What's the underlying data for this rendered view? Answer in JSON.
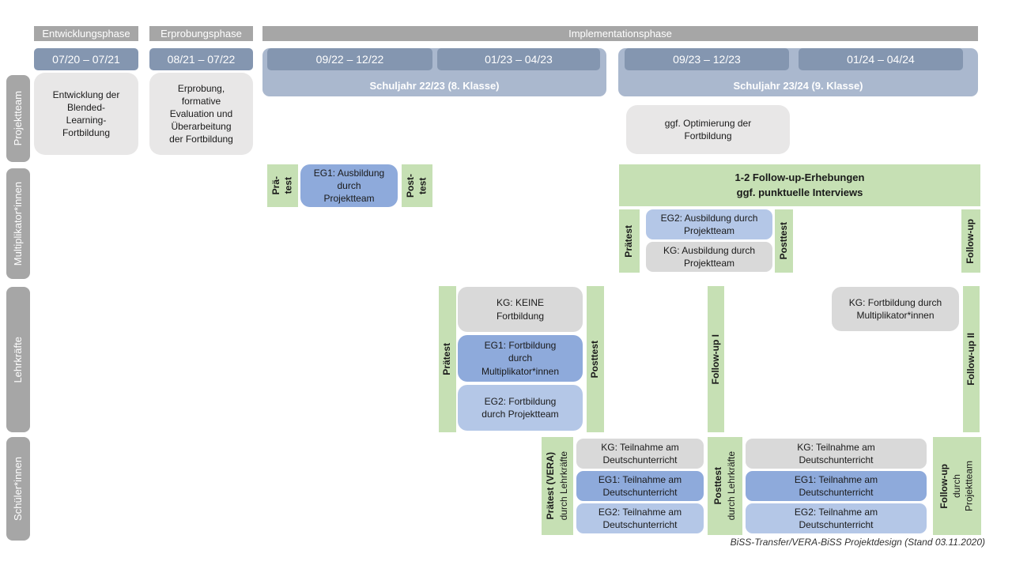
{
  "phases": [
    {
      "label": "Entwicklungsphase"
    },
    {
      "label": "Erprobungsphase"
    },
    {
      "label": "Implementationsphase"
    }
  ],
  "dates": [
    "07/20 – 07/21",
    "08/21 – 07/22",
    "09/22 – 12/22",
    "01/23 – 04/23",
    "09/23 – 12/23",
    "01/24 – 04/24"
  ],
  "school_years": [
    "Schuljahr 22/23 (8. Klasse)",
    "Schuljahr 23/24 (9. Klasse)"
  ],
  "row_labels": [
    "Projektteam",
    "Multiplikator*innen",
    "Lehrkräfte",
    "Schüler*innen"
  ],
  "projektteam": {
    "entwicklung": "Entwicklung der\nBlended-\nLearning-\nFortbildung",
    "erprobung": "Erprobung,\nformative\nEvaluation und\nÜberarbeitung\nder Fortbildung",
    "optimierung": "ggf. Optimierung der\nFortbildung"
  },
  "multiplikatoren": {
    "praetest_short": "Prä-\ntest",
    "eg1_ausbildung": "EG1: Ausbildung\ndurch\nProjektteam",
    "posttest_short": "Post-\ntest",
    "followup_erhebungen": "1-2 Follow-up-Erhebungen\nggf. punktuelle Interviews",
    "praetest": "Prätest",
    "eg2_ausbildung": "EG2: Ausbildung durch\nProjektteam",
    "kg_ausbildung": "KG: Ausbildung durch\nProjektteam",
    "posttest": "Posttest",
    "followup": "Follow-up"
  },
  "lehrkraefte": {
    "praetest": "Prätest",
    "kg_keine": "KG: KEINE\nFortbildung",
    "eg1_fortbildung": "EG1: Fortbildung\ndurch\nMultiplikator*innen",
    "eg2_fortbildung": "EG2: Fortbildung\ndurch Projektteam",
    "posttest": "Posttest",
    "followup_1": "Follow-up I",
    "kg_fortbildung": "KG: Fortbildung durch\nMultiplikator*innen",
    "followup_2": "Follow-up II"
  },
  "schueler": {
    "praetest_title": "Prätest (VERA)",
    "praetest_sub": "durch Lehrkräfte",
    "kg_teilnahme": "KG: Teilnahme am\nDeutschunterricht",
    "eg1_teilnahme": "EG1: Teilnahme am\nDeutschunterricht",
    "eg2_teilnahme": "EG2: Teilnahme am\nDeutschunterricht",
    "posttest_title": "Posttest",
    "posttest_sub": "durch Lehrkräfte",
    "followup_title": "Follow-up",
    "followup_sub": "durch\nProjektteam"
  },
  "footer": "BiSS-Transfer/VERA-BiSS Projektdesign (Stand 03.11.2020)",
  "colors": {
    "phase_header": "#a6a6a6",
    "row_label": "#a6a6a6",
    "date_bar": "#8496b0",
    "school_year": "#aab8ce",
    "box_lightgray": "#e8e7e7",
    "box_green": "#c6e0b4",
    "box_blue_eg1": "#8eaadb",
    "box_blue_eg2": "#b4c7e7",
    "box_gray_kg": "#d9d9d9"
  }
}
